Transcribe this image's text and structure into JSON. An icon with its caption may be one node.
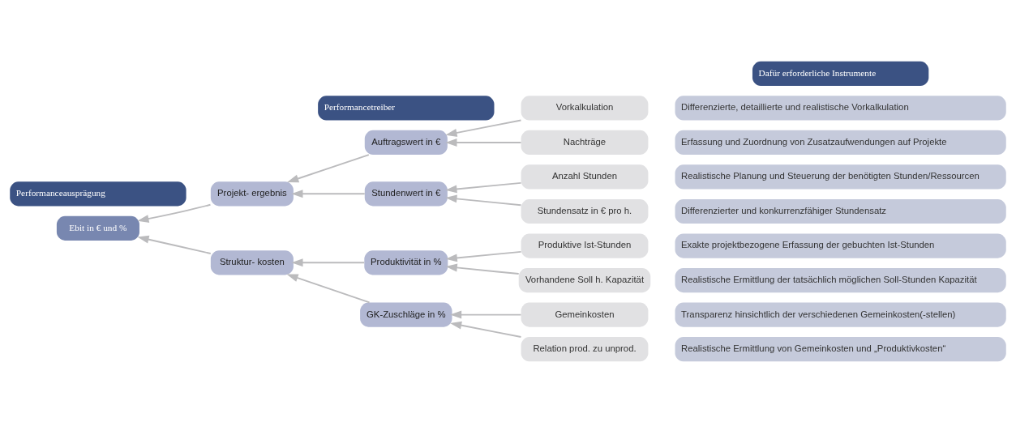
{
  "diagram": {
    "nodes": [
      {
        "text": [
          "Performanceausprägung"
        ]
      },
      {
        "text": [
          "Performancetreiber"
        ]
      },
      {
        "text": [
          "Dafür erforderliche Instrumente"
        ]
      },
      {
        "text": [
          "Ebit in € und %"
        ]
      },
      {
        "text": [
          "Projekt- ergebnis"
        ]
      },
      {
        "text": [
          "Struktur- kosten"
        ]
      },
      {
        "text": [
          "Auftragswert in €"
        ]
      },
      {
        "text": [
          "Stundenwert in €"
        ]
      },
      {
        "text": [
          "Produktivität in %"
        ]
      },
      {
        "text": [
          "GK-Zuschläge in %"
        ]
      },
      {
        "text": [
          "Vorkalkulation"
        ]
      },
      {
        "text": [
          "Nachträge"
        ]
      },
      {
        "text": [
          "Anzahl Stunden"
        ]
      },
      {
        "text": [
          "Stundensatz in € pro h."
        ]
      },
      {
        "text": [
          "Produktive Ist-Stunden"
        ]
      },
      {
        "text": [
          "Vorhandene Soll h. Kapazität"
        ]
      },
      {
        "text": [
          "Gemeinkosten"
        ]
      },
      {
        "text": [
          "Relation prod. zu unprod."
        ]
      },
      {
        "text": [
          "Differenzierte, detaillierte und realistische Vorkalkulation"
        ]
      },
      {
        "text": [
          "Erfassung und Zuordnung von Zusatzaufwendungen auf Projekte"
        ]
      },
      {
        "text": [
          "Realistische Planung und Steuerung der benötigten Stunden/Ressourcen"
        ]
      },
      {
        "text": [
          "Differenzierter und konkurrenzfähiger Stundensatz"
        ]
      },
      {
        "text": [
          "Exakte projektbezogene Erfassung der gebuchten Ist-Stunden"
        ]
      },
      {
        "text": [
          "Realistische Ermittlung der tatsächlich möglichen Soll-Stunden Kapazität"
        ]
      },
      {
        "text": [
          "Transparenz hinsichtlich der verschiedenen Gemeinkosten(-stellen)"
        ]
      },
      {
        "text": [
          "Realistische Ermittlung von Gemeinkosten und „Produktivkosten“"
        ]
      }
    ],
    "edges": [
      {
        "from": 4,
        "to": 3,
        "arrow": "to"
      },
      {
        "from": 5,
        "to": 3,
        "arrow": "to"
      },
      {
        "from": 6,
        "to": 4,
        "arrow": "to"
      },
      {
        "from": 7,
        "to": 4,
        "arrow": "to"
      },
      {
        "from": 8,
        "to": 5,
        "arrow": "to"
      },
      {
        "from": 9,
        "to": 5,
        "arrow": "to"
      },
      {
        "from": 10,
        "to": 6,
        "arrow": "to"
      },
      {
        "from": 11,
        "to": 6,
        "arrow": "to"
      },
      {
        "from": 12,
        "to": 7,
        "arrow": "to"
      },
      {
        "from": 13,
        "to": 7,
        "arrow": "to"
      },
      {
        "from": 14,
        "to": 8,
        "arrow": "to"
      },
      {
        "from": 15,
        "to": 8,
        "arrow": "to"
      },
      {
        "from": 16,
        "to": 9,
        "arrow": "to"
      },
      {
        "from": 17,
        "to": 9,
        "arrow": "to"
      }
    ]
  }
}
